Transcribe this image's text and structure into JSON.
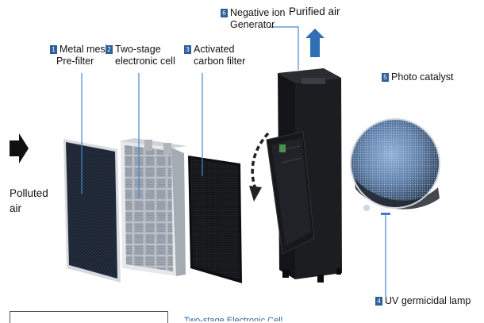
{
  "labels": {
    "metal_mesh": {
      "num": "1",
      "line1": "Metal mesh",
      "line2": "Pre-filter"
    },
    "electronic_cell": {
      "num": "2",
      "line1": "Two-stage",
      "line2": "electronic cell"
    },
    "carbon_filter": {
      "num": "3",
      "line1": "Activated",
      "line2": "carbon filter"
    },
    "uv_lamp": {
      "num": "4",
      "text": "UV germicidal lamp"
    },
    "photo_catalyst": {
      "num": "5",
      "text": "Photo catalyst"
    },
    "ion_generator": {
      "num": "6",
      "line1": "Negative ion",
      "line2": "Generator"
    }
  },
  "purified_air": "Purified air",
  "polluted_air": {
    "line1": "Polluted",
    "line2": "air"
  },
  "bottom_partial_text": "Two-stage Electronic Cell",
  "colors": {
    "badge": "#2d5f9a",
    "arrow_blue": "#2f6fb3",
    "leader_blue": "#4a86c8",
    "device_dark": "#1c1d21"
  },
  "icons": {
    "inflow_arrow": "right-arrow-icon",
    "outflow_arrow": "up-arrow-icon",
    "door_arrow": "curved-arrow-icon"
  }
}
